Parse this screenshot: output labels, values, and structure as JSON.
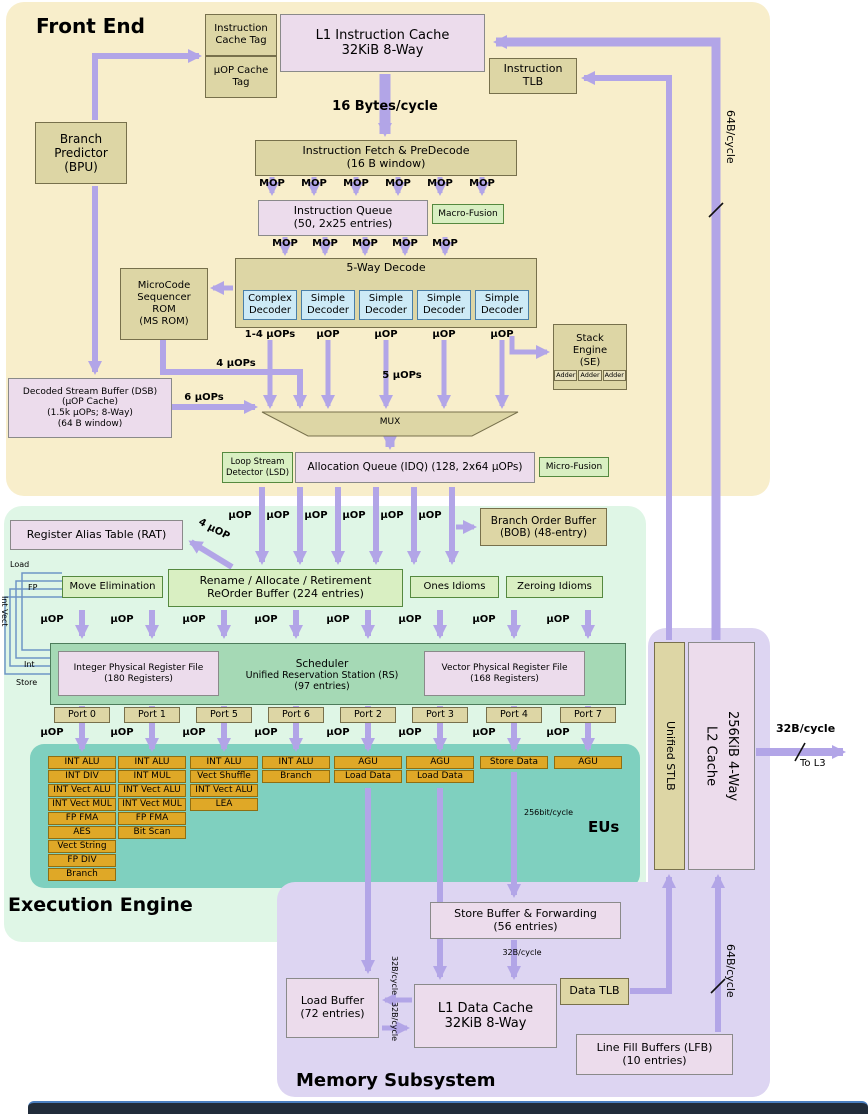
{
  "regions": {
    "front_end": "Front End",
    "execution_engine": "Execution Engine",
    "memory_subsystem": "Memory Subsystem",
    "eus": "EUs"
  },
  "labels": {
    "mop": "MOP",
    "uop": "µOP",
    "uops_1_4": "1-4 µOPs",
    "uops_4": "4 µOPs",
    "uops_5": "5 µOPs",
    "uops_6": "6 µOPs",
    "uop_4_diag": "4 µOP",
    "bytes16": "16 Bytes/cycle",
    "b64": "64B/cycle",
    "b32": "32B/cycle",
    "bit256": "256bit/cycle",
    "to_l3": "To L3"
  },
  "front_end": {
    "icache_tag": "Instruction Cache Tag",
    "uop_cache_tag": "µOP Cache Tag",
    "l1i_line1": "L1 Instruction Cache",
    "l1i_line2": "32KiB 8-Way",
    "itlb": "Instruction TLB",
    "bpu_line1": "Branch Predictor",
    "bpu_line2": "(BPU)",
    "fetch_line1": "Instruction Fetch & PreDecode",
    "fetch_line2": "(16 B window)",
    "iq_line1": "Instruction Queue",
    "iq_line2": "(50, 2x25 entries)",
    "macro_fusion": "Macro-Fusion",
    "decode_title": "5-Way Decode",
    "complex_decoder": [
      "Complex",
      "Decoder"
    ],
    "simple_decoder": [
      "Simple",
      "Decoder"
    ],
    "msrom": [
      "MicroCode",
      "Sequencer",
      "ROM",
      "(MS ROM)"
    ],
    "stack_engine": [
      "Stack",
      "Engine",
      "(SE)"
    ],
    "adder": "Adder",
    "dsb": [
      "Decoded Stream Buffer (DSB)",
      "(µOP Cache)",
      "(1.5k µOPs; 8-Way)",
      "(64 B window)"
    ],
    "mux": "MUX",
    "lsd_line1": "Loop Stream",
    "lsd_line2": "Detector (LSD)",
    "idq": "Allocation Queue (IDQ) (128, 2x64 µOPs)",
    "micro_fusion": "Micro-Fusion",
    "bob_line1": "Branch Order Buffer",
    "bob_line2": "(BOB) (48-entry)"
  },
  "execution": {
    "rat": "Register Alias Table (RAT)",
    "move_elimination": "Move Elimination",
    "rename_line1": "Rename / Allocate / Retirement",
    "rename_line2": "ReOrder Buffer (224 entries)",
    "ones_idioms": "Ones Idioms",
    "zeroing_idioms": "Zeroing Idioms",
    "int_prf_line1": "Integer Physical Register File",
    "int_prf_line2": "(180 Registers)",
    "scheduler_line1": "Scheduler",
    "scheduler_line2": "Unified Reservation Station (RS)",
    "scheduler_line3": "(97 entries)",
    "vec_prf_line1": "Vector Physical Register File",
    "vec_prf_line2": "(168 Registers)",
    "ports": [
      "Port 0",
      "Port 1",
      "Port 5",
      "Port 6",
      "Port 2",
      "Port 3",
      "Port 4",
      "Port 7"
    ],
    "eu_columns": [
      [
        "INT ALU",
        "INT DIV",
        "INT Vect ALU",
        "INT Vect MUL",
        "FP FMA",
        "AES",
        "Vect String",
        "FP DIV",
        "Branch"
      ],
      [
        "INT ALU",
        "INT MUL",
        "INT Vect ALU",
        "INT Vect MUL",
        "FP FMA",
        "Bit Scan"
      ],
      [
        "INT ALU",
        "Vect Shuffle",
        "INT Vect ALU",
        "LEA"
      ],
      [
        "INT ALU",
        "Branch"
      ],
      [
        "AGU",
        "Load Data"
      ],
      [
        "AGU",
        "Load Data"
      ],
      [
        "Store Data"
      ],
      [
        "AGU"
      ]
    ],
    "bypass_labels": [
      "Load",
      "FP",
      "Int Vect",
      "Int",
      "Store"
    ]
  },
  "memory": {
    "store_buffer_line1": "Store Buffer & Forwarding",
    "store_buffer_line2": "(56 entries)",
    "load_buffer_line1": "Load Buffer",
    "load_buffer_line2": "(72 entries)",
    "l1d_line1": "L1 Data Cache",
    "l1d_line2": "32KiB 8-Way",
    "dtlb": "Data TLB",
    "lfb_line1": "Line Fill Buffers (LFB)",
    "lfb_line2": "(10 entries)",
    "stlb": "Unified STLB",
    "l2_line1": "L2 Cache",
    "l2_line2": "256KiB 4-Way"
  },
  "colors": {
    "front_end_bg": "#f8eecb",
    "exec_bg": "#dff6e6",
    "eus_bg": "#7fd0bf",
    "mem_bg": "#ddd5f2",
    "tan_box": "#ddd6a5",
    "pink_box": "#ecdcec",
    "pale_green_box": "#d9efc2",
    "green_box": "#a5d9b5",
    "cyan_box": "#cdeaf6",
    "gold_box": "#dfa827",
    "arrow": "#b2a5e7",
    "bypass_line": "#6f95c5"
  }
}
